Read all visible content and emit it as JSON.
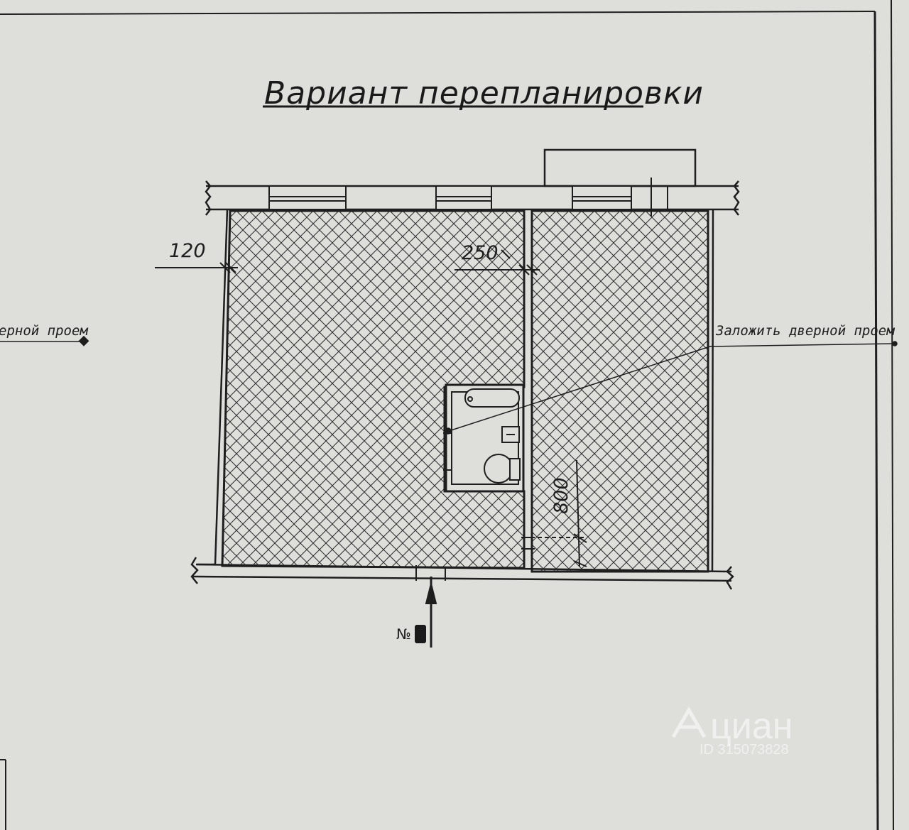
{
  "drawing": {
    "title": "Вариант перепланировки",
    "dimensions": {
      "wall_left": "120",
      "partition": "250",
      "door_width": "800"
    },
    "callouts": {
      "left": "ерной проем",
      "right": "Заложить дверной проем"
    },
    "entrance_label": "№"
  },
  "watermark": {
    "brand": "циан",
    "id_text": "ID 315073828"
  },
  "colors": {
    "paper": "#dedfdb",
    "ink": "#1e1e1e",
    "hatch": "#2a2a2a"
  }
}
